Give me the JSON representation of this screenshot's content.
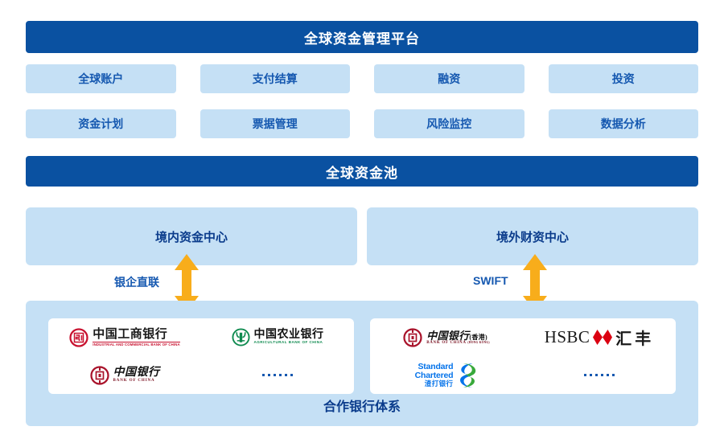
{
  "platform": {
    "title": "全球资金管理平台",
    "modules": [
      "全球账户",
      "支付结算",
      "融资",
      "投资",
      "资金计划",
      "票据管理",
      "风险监控",
      "数据分析"
    ]
  },
  "pool": {
    "title": "全球资金池",
    "centers": [
      {
        "id": "domestic",
        "label": "境内资金中心"
      },
      {
        "id": "offshore",
        "label": "境外财资中心"
      }
    ],
    "connectors": [
      {
        "id": "domestic-link",
        "label": "银企直联"
      },
      {
        "id": "offshore-link",
        "label": "SWIFT"
      }
    ]
  },
  "bank_system": {
    "title": "合作银行体系",
    "domestic_banks": [
      {
        "id": "icbc",
        "cn": "中国工商银行",
        "en": "INDUSTRIAL AND COMMERCIAL BANK OF CHINA"
      },
      {
        "id": "abc",
        "cn": "中国农业银行",
        "en": "AGRICULTURAL BANK OF CHINA"
      },
      {
        "id": "boc",
        "cn": "中国银行",
        "en": "BANK OF CHINA"
      },
      {
        "id": "more-domestic",
        "cn": "",
        "en": ""
      }
    ],
    "offshore_banks": [
      {
        "id": "bochk",
        "cn": "中国银行",
        "cn_suffix": "(香港)",
        "en": "BANK OF CHINA",
        "en_suffix": "(HONG KONG)"
      },
      {
        "id": "hsbc",
        "cn": "汇丰",
        "en": "HSBC"
      },
      {
        "id": "standard-chartered",
        "cn": "渣打银行",
        "en_line1": "Standard",
        "en_line2": "Chartered"
      },
      {
        "id": "more-offshore",
        "cn": "",
        "en": ""
      }
    ]
  },
  "colors": {
    "banner_blue": "#0A51A1",
    "card_blue": "#C5E0F5",
    "text_blue": "#1558B0",
    "arrow_orange": "#F8AD1B",
    "icbc_red": "#C8102E",
    "abc_green": "#0E8A4F",
    "boc_red": "#A9132B",
    "hsbc_red": "#DB0011",
    "sc_blue": "#0473EA",
    "sc_green": "#38A93B"
  }
}
